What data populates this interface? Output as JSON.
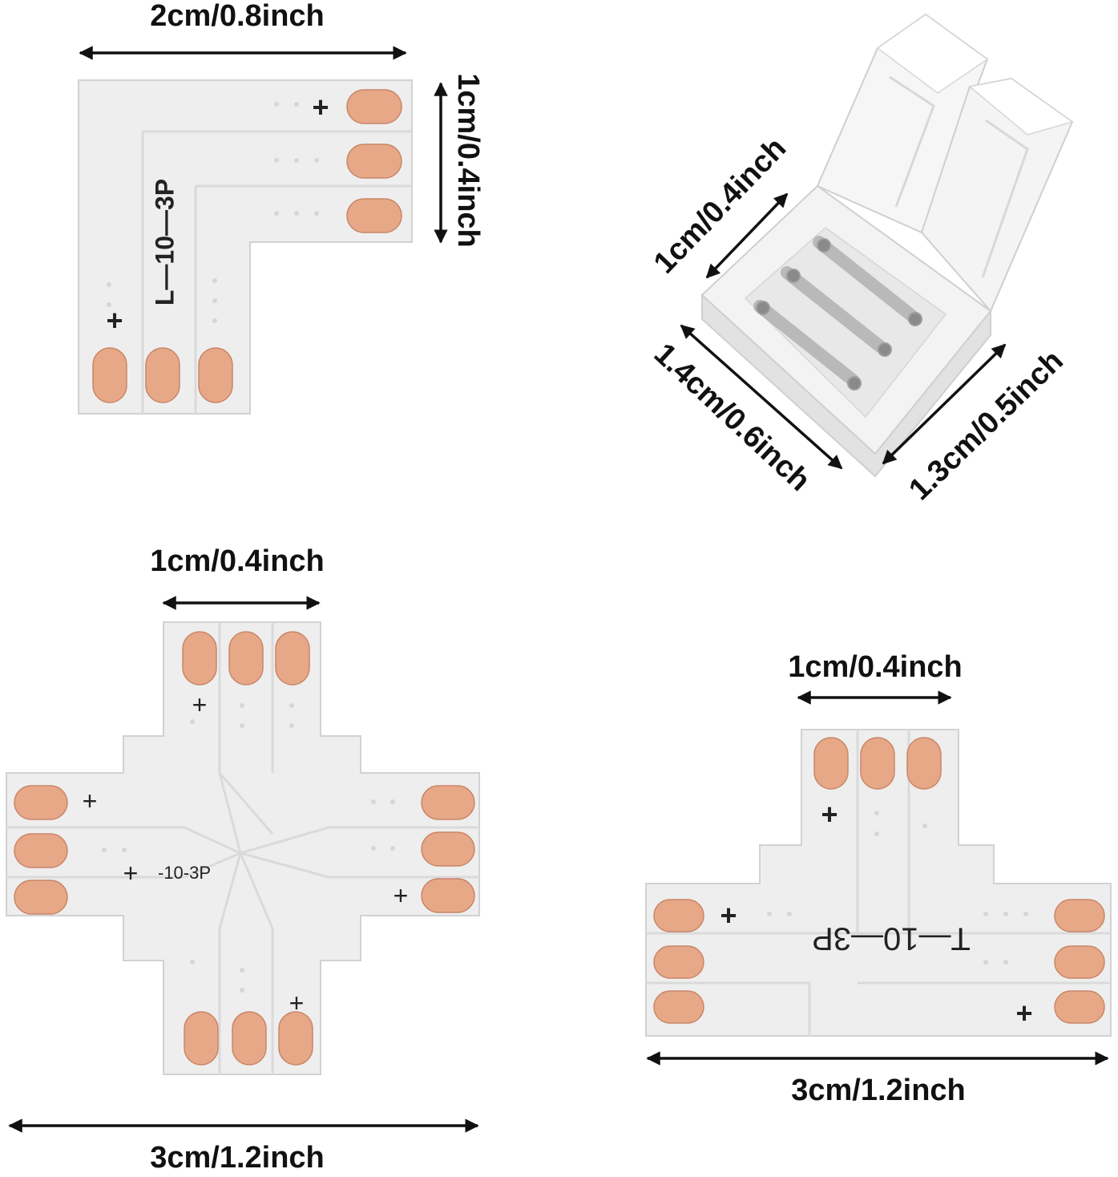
{
  "colors": {
    "board": "#eeeeee",
    "board_edge": "#d2d2d2",
    "trace_line": "#dadada",
    "pad": "#e7a888",
    "pad_edge": "#c98668",
    "silk": "#222222",
    "arrow": "#111111",
    "plastic": "#f3f3f3",
    "plastic_shadow": "#d8d8d8",
    "pin": "#b9b9b9"
  },
  "icons": {
    "arrow": "double-headed-arrow-icon",
    "polarity": "plus-sign-icon"
  },
  "l_connector": {
    "width_label": "2cm/0.8inch",
    "height_label": "1cm/0.4inch",
    "silk_label": "L—10—3P",
    "plus": "+"
  },
  "clip_connector": {
    "label_top": "1cm/0.4inch",
    "label_left": "1.4cm/0.6inch",
    "label_right": "1.3cm/0.5inch"
  },
  "x_connector": {
    "top_label": "1cm/0.4inch",
    "bottom_label": "3cm/1.2inch",
    "silk_label": "-10-3P",
    "plus": "+"
  },
  "t_connector": {
    "top_label": "1cm/0.4inch",
    "bottom_label": "3cm/1.2inch",
    "silk_label": "T—10—3P",
    "plus": "+"
  }
}
